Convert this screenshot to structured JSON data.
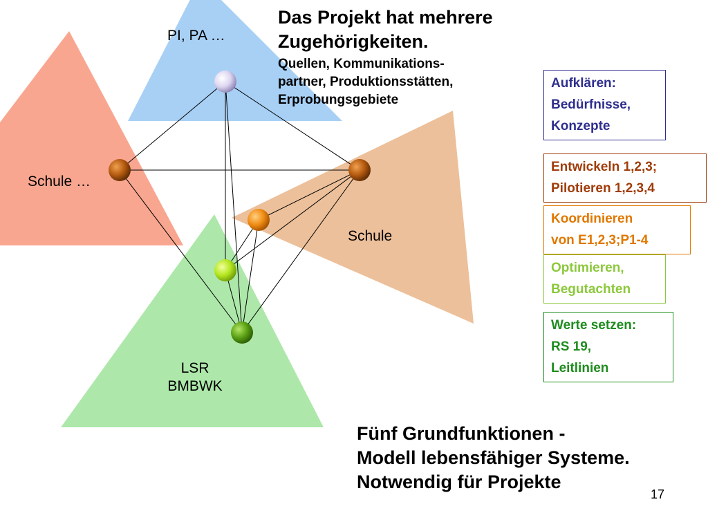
{
  "diagram": {
    "triangle_labels": {
      "pi": "PI, PA …",
      "schule_left": "Schule …",
      "schule_right": "Schule",
      "lsr": [
        "LSR",
        "BMBWK"
      ]
    },
    "colors": {
      "triangle_blue": "#a8d0f5",
      "triangle_salmon": "#f9a690",
      "triangle_tan": "#ecc09a",
      "triangle_green": "#ade8aa",
      "node_top": "#dcd6f0",
      "node_brown": "#b45a0f",
      "node_orange": "#f08c14",
      "node_lime": "#b4e61e",
      "node_green": "#5aa014"
    },
    "nodes": [
      {
        "id": "top",
        "color": "node_top"
      },
      {
        "id": "left",
        "color": "node_brown"
      },
      {
        "id": "right",
        "color": "node_brown"
      },
      {
        "id": "orange",
        "color": "node_orange"
      },
      {
        "id": "lime",
        "color": "node_lime"
      },
      {
        "id": "bottom",
        "color": "node_green"
      }
    ],
    "edges": [
      [
        "top",
        "left"
      ],
      [
        "top",
        "right"
      ],
      [
        "top",
        "lime"
      ],
      [
        "top",
        "bottom"
      ],
      [
        "left",
        "right"
      ],
      [
        "left",
        "bottom"
      ],
      [
        "right",
        "orange"
      ],
      [
        "right",
        "lime"
      ],
      [
        "right",
        "bottom"
      ],
      [
        "orange",
        "lime"
      ],
      [
        "orange",
        "bottom"
      ],
      [
        "lime",
        "bottom"
      ]
    ]
  },
  "heading": {
    "line1": "Das Projekt hat mehrere",
    "line2": "Zugehörigkeiten.",
    "line3": "Quellen, Kommunikations-",
    "line4": "partner, Produktionsstätten,",
    "line5": "Erprobungsgebiete"
  },
  "function_boxes": [
    {
      "lines": [
        "Aufklären:",
        "Bedürfnisse,",
        "Konzepte"
      ],
      "color": "#2e2e8e"
    },
    {
      "lines": [
        "Entwickeln 1,2,3;",
        "Pilotieren 1,2,3,4"
      ],
      "color": "#a03c0a"
    },
    {
      "lines": [
        "Koordinieren",
        "von E1,2,3;P1-4"
      ],
      "color": "#e07800"
    },
    {
      "lines": [
        "Optimieren,",
        "Begutachten"
      ],
      "color": "#8cc83c"
    },
    {
      "lines": [
        "Werte setzen:",
        "RS 19,",
        "Leitlinien"
      ],
      "color": "#1e8c1e"
    }
  ],
  "footer": {
    "line1": "Fünf Grundfunktionen -",
    "line2": "Modell lebensfähiger Systeme.",
    "line3": "Notwendig für Projekte"
  },
  "page_number": "17"
}
